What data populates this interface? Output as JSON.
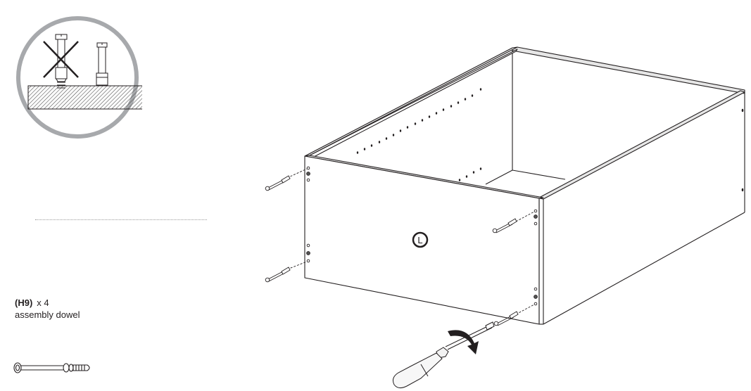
{
  "warning": {
    "icon": "incorrect-vs-correct-dowel-icon",
    "border_color": "#a7a9ac",
    "description": "Do not over-tighten dowel into board; seat flush"
  },
  "part": {
    "code": "(H9)",
    "quantity": "x 4",
    "name": "assembly dowel",
    "icon": "assembly-dowel-icon"
  },
  "illustration": {
    "panel_label": "L",
    "dowel_count": 4,
    "tool_icon": "screwdriver-icon",
    "motion_icon": "clockwise-arrow-icon",
    "line_color": "#231f20",
    "edge_fill": "#d9d9d9"
  }
}
